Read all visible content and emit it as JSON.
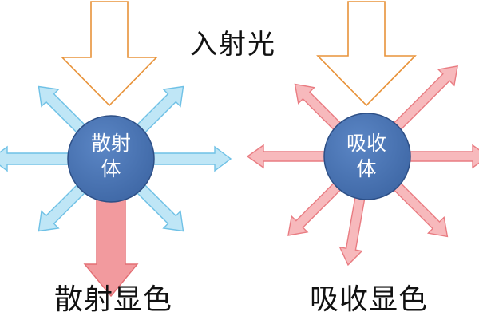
{
  "labels": {
    "incident_light": "入射光",
    "scatter_caption": "散射显色",
    "absorb_caption": "吸收显色",
    "scatter_body_line1": "散射",
    "scatter_body_line2": "体",
    "absorb_body_line1": "吸收",
    "absorb_body_line2": "体"
  },
  "colors": {
    "incident_arrow_stroke": "#E8933A",
    "circle_fill": "#4A74B3",
    "circle_stroke": "#2D4F86",
    "scatter_arrow_fill": "#BFE6F6",
    "scatter_arrow_stroke": "#6FC1E6",
    "scatter_output_fill": "#F29A9E",
    "scatter_output_stroke": "#E36E74",
    "absorb_arrow_fill": "#F7B9BC",
    "absorb_arrow_stroke": "#E97C82"
  }
}
